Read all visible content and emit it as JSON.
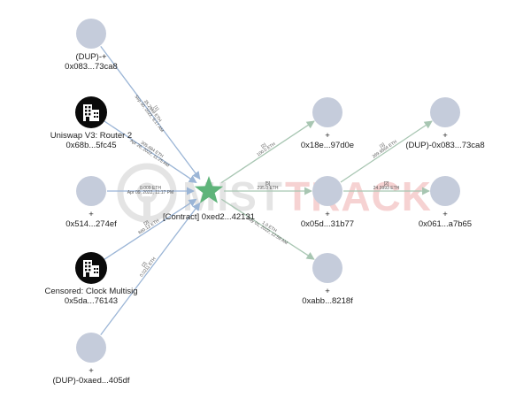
{
  "watermark": {
    "text_left": "MIST",
    "text_right": "TRACK"
  },
  "colors": {
    "node_fill": "#c5ccdb",
    "black_node": "#0a0a0a",
    "center_star": "#5fb47a",
    "edge_in": "#9bb5d6",
    "edge_out": "#a8c6b2",
    "watermark_gray": "#e4e4e4",
    "watermark_red": "#f6d2d2"
  },
  "center": {
    "line1": "[Contract] 0xed2...42131",
    "icon": "star-icon"
  },
  "nodes": [
    {
      "id": "n1",
      "line1": "(DUP)-+",
      "line2": "0x083...73ca8",
      "icon": ""
    },
    {
      "id": "n2",
      "line1": "Uniswap V3: Router 2",
      "line2": "0x68b...5fc45",
      "icon": "building-icon"
    },
    {
      "id": "n3",
      "line1": "+",
      "line2": "0x514...274ef",
      "icon": ""
    },
    {
      "id": "n4",
      "line1": "Censored: Clock Multisig",
      "line2": "0x5da...76143",
      "icon": "building-icon"
    },
    {
      "id": "n5",
      "line1": "+",
      "line2": "(DUP)-0xaed...405df",
      "icon": ""
    },
    {
      "id": "n6",
      "line1": "+",
      "line2": "0x18e...97d0e",
      "icon": ""
    },
    {
      "id": "n7",
      "line1": "+",
      "line2": "0x05d...31b77",
      "icon": ""
    },
    {
      "id": "n8",
      "line1": "+",
      "line2": "0xabb...8218f",
      "icon": ""
    },
    {
      "id": "n9",
      "line1": "+",
      "line2": "(DUP)-0x083...73ca8",
      "icon": ""
    },
    {
      "id": "n10",
      "line1": "+",
      "line2": "0x061...a7b65",
      "icon": ""
    }
  ],
  "edges": [
    {
      "from": "n1",
      "to": "c",
      "l1": "[1]",
      "l2": "35.2969 ETH",
      "l3": "Sep 30, 2022, 9:17 AM"
    },
    {
      "from": "n2",
      "to": "c",
      "l1": "",
      "l2": "305.684 ETH",
      "l3": "Apr 26, 2022, 11:25 AM"
    },
    {
      "from": "n3",
      "to": "c",
      "l1": "",
      "l2": "0.009 ETH",
      "l3": "Apr 09, 2022, 11:17 PM"
    },
    {
      "from": "n4",
      "to": "c",
      "l1": "[2]",
      "l2": "660.12 ETH",
      "l3": ""
    },
    {
      "from": "n5",
      "to": "c",
      "l1": "[2]",
      "l2": "0.0211 ETH",
      "l3": ""
    },
    {
      "from": "c",
      "to": "n6",
      "l1": "[2]",
      "l2": "100.0 ETH",
      "l3": ""
    },
    {
      "from": "c",
      "to": "n7",
      "l1": "[5]",
      "l2": "295.0 ETH",
      "l3": ""
    },
    {
      "from": "c",
      "to": "n8",
      "l1": "",
      "l2": "1.0 ETH",
      "l3": "May 01, 2022, 12:59 AM"
    },
    {
      "from": "n7",
      "to": "n9",
      "l1": "[3]",
      "l2": "269.9564 ETH",
      "l3": ""
    },
    {
      "from": "n7",
      "to": "n10",
      "l1": "[2]",
      "l2": "24.9993 ETH",
      "l3": ""
    }
  ]
}
